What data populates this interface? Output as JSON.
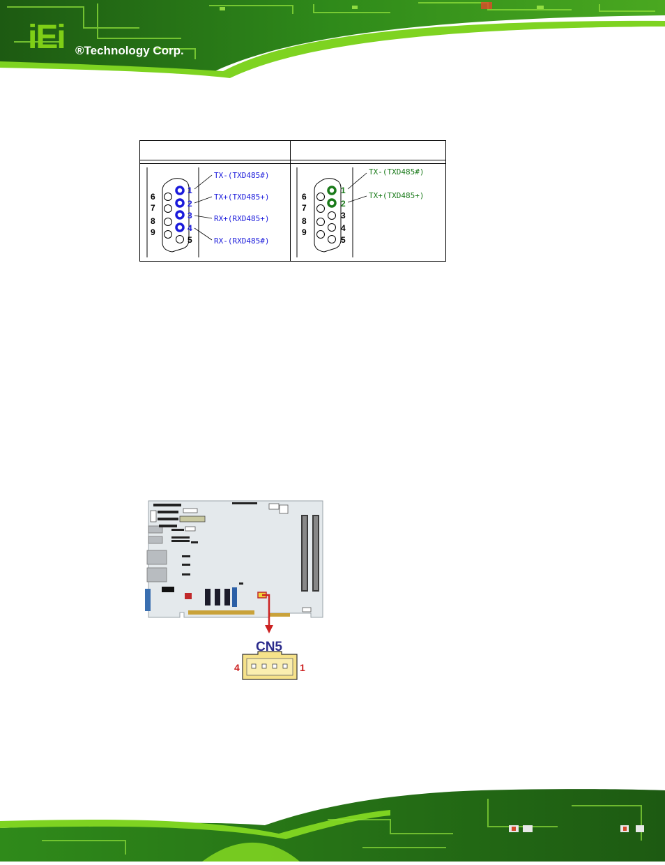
{
  "header": {
    "brand_mark": "iEi",
    "brand_name": "®Technology Corp."
  },
  "pinout_table": {
    "columns": [
      "",
      ""
    ],
    "rs422": {
      "outer_pins": [
        "6",
        "7",
        "8",
        "9"
      ],
      "inner_pins": [
        "1",
        "2",
        "3",
        "4",
        "5"
      ],
      "signals": [
        "TX-(TXD485#)",
        "TX+(TXD485+)",
        "RX+(RXD485+)",
        "RX-(RXD485#)"
      ],
      "color": "#1a1adb"
    },
    "rs485": {
      "outer_pins": [
        "6",
        "7",
        "8",
        "9"
      ],
      "inner_pins": [
        "1",
        "2",
        "3",
        "4",
        "5"
      ],
      "signals": [
        "TX-(TXD485#)",
        "TX+(TXD485+)"
      ],
      "color": "#1a7a1a"
    }
  },
  "board_figure": {
    "connector_label": "CN5",
    "pin_left": "4",
    "pin_right": "1",
    "label_color": "#2b2b8c",
    "pin_color": "#cc2222",
    "arrow_color": "#cc2222"
  }
}
